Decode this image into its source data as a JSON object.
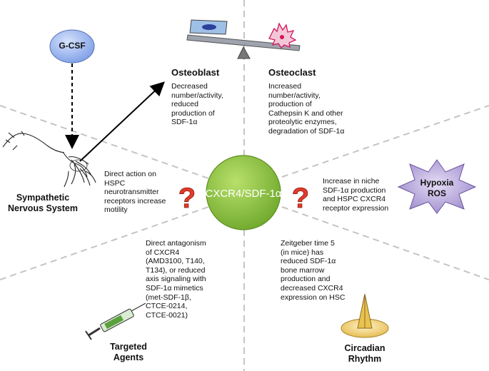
{
  "center_label": "CXCR4/SDF-1α",
  "gcsf_label": "G-CSF",
  "hypoxia_label": "Hypoxia\nROS",
  "osteoblast": {
    "title": "Osteoblast",
    "text": "Decreased\nnumber/activity,\nreduced\nproduction of\nSDF-1α"
  },
  "osteoclast": {
    "title": "Osteoclast",
    "text": "Increased\nnumber/activity,\nproduction of\nCathepsin K and other\nproteolytic enzymes,\ndegradation of SDF-1α"
  },
  "sympathetic": {
    "title": "Sympathetic\nNervous System",
    "text": "Direct action on\nHSPC\nneurotransmitter\nreceptors increase\nmotility"
  },
  "niche": {
    "text": "Increase in niche\nSDF-1α production\nand HSPC CXCR4\nreceptor expression"
  },
  "targeted": {
    "title": "Targeted\nAgents",
    "text": "Direct antagonism\nof CXCR4\n(AMD3100, T140,\nT134), or reduced\naxis signaling with\nSDF-1α mimetics\n(met-SDF-1β,\nCTCE-0214,\nCTCE-0021)"
  },
  "circadian": {
    "title": "Circadian\nRhythm",
    "text": "Zeitgeber time 5\n(in mice) has\nreduced SDF-1α\nbone marrow\nproduction and\ndecreased CXCR4\nexpression on HSC"
  },
  "question_mark": "?",
  "colors": {
    "center_fill": "#8ac33e",
    "center_stroke": "#5f8f22",
    "gcsf_fill": "#9bb5ee",
    "hypoxia_fill": "#b3a4d8",
    "question_red": "#e23b2a",
    "divider": "#c4c4c4"
  }
}
